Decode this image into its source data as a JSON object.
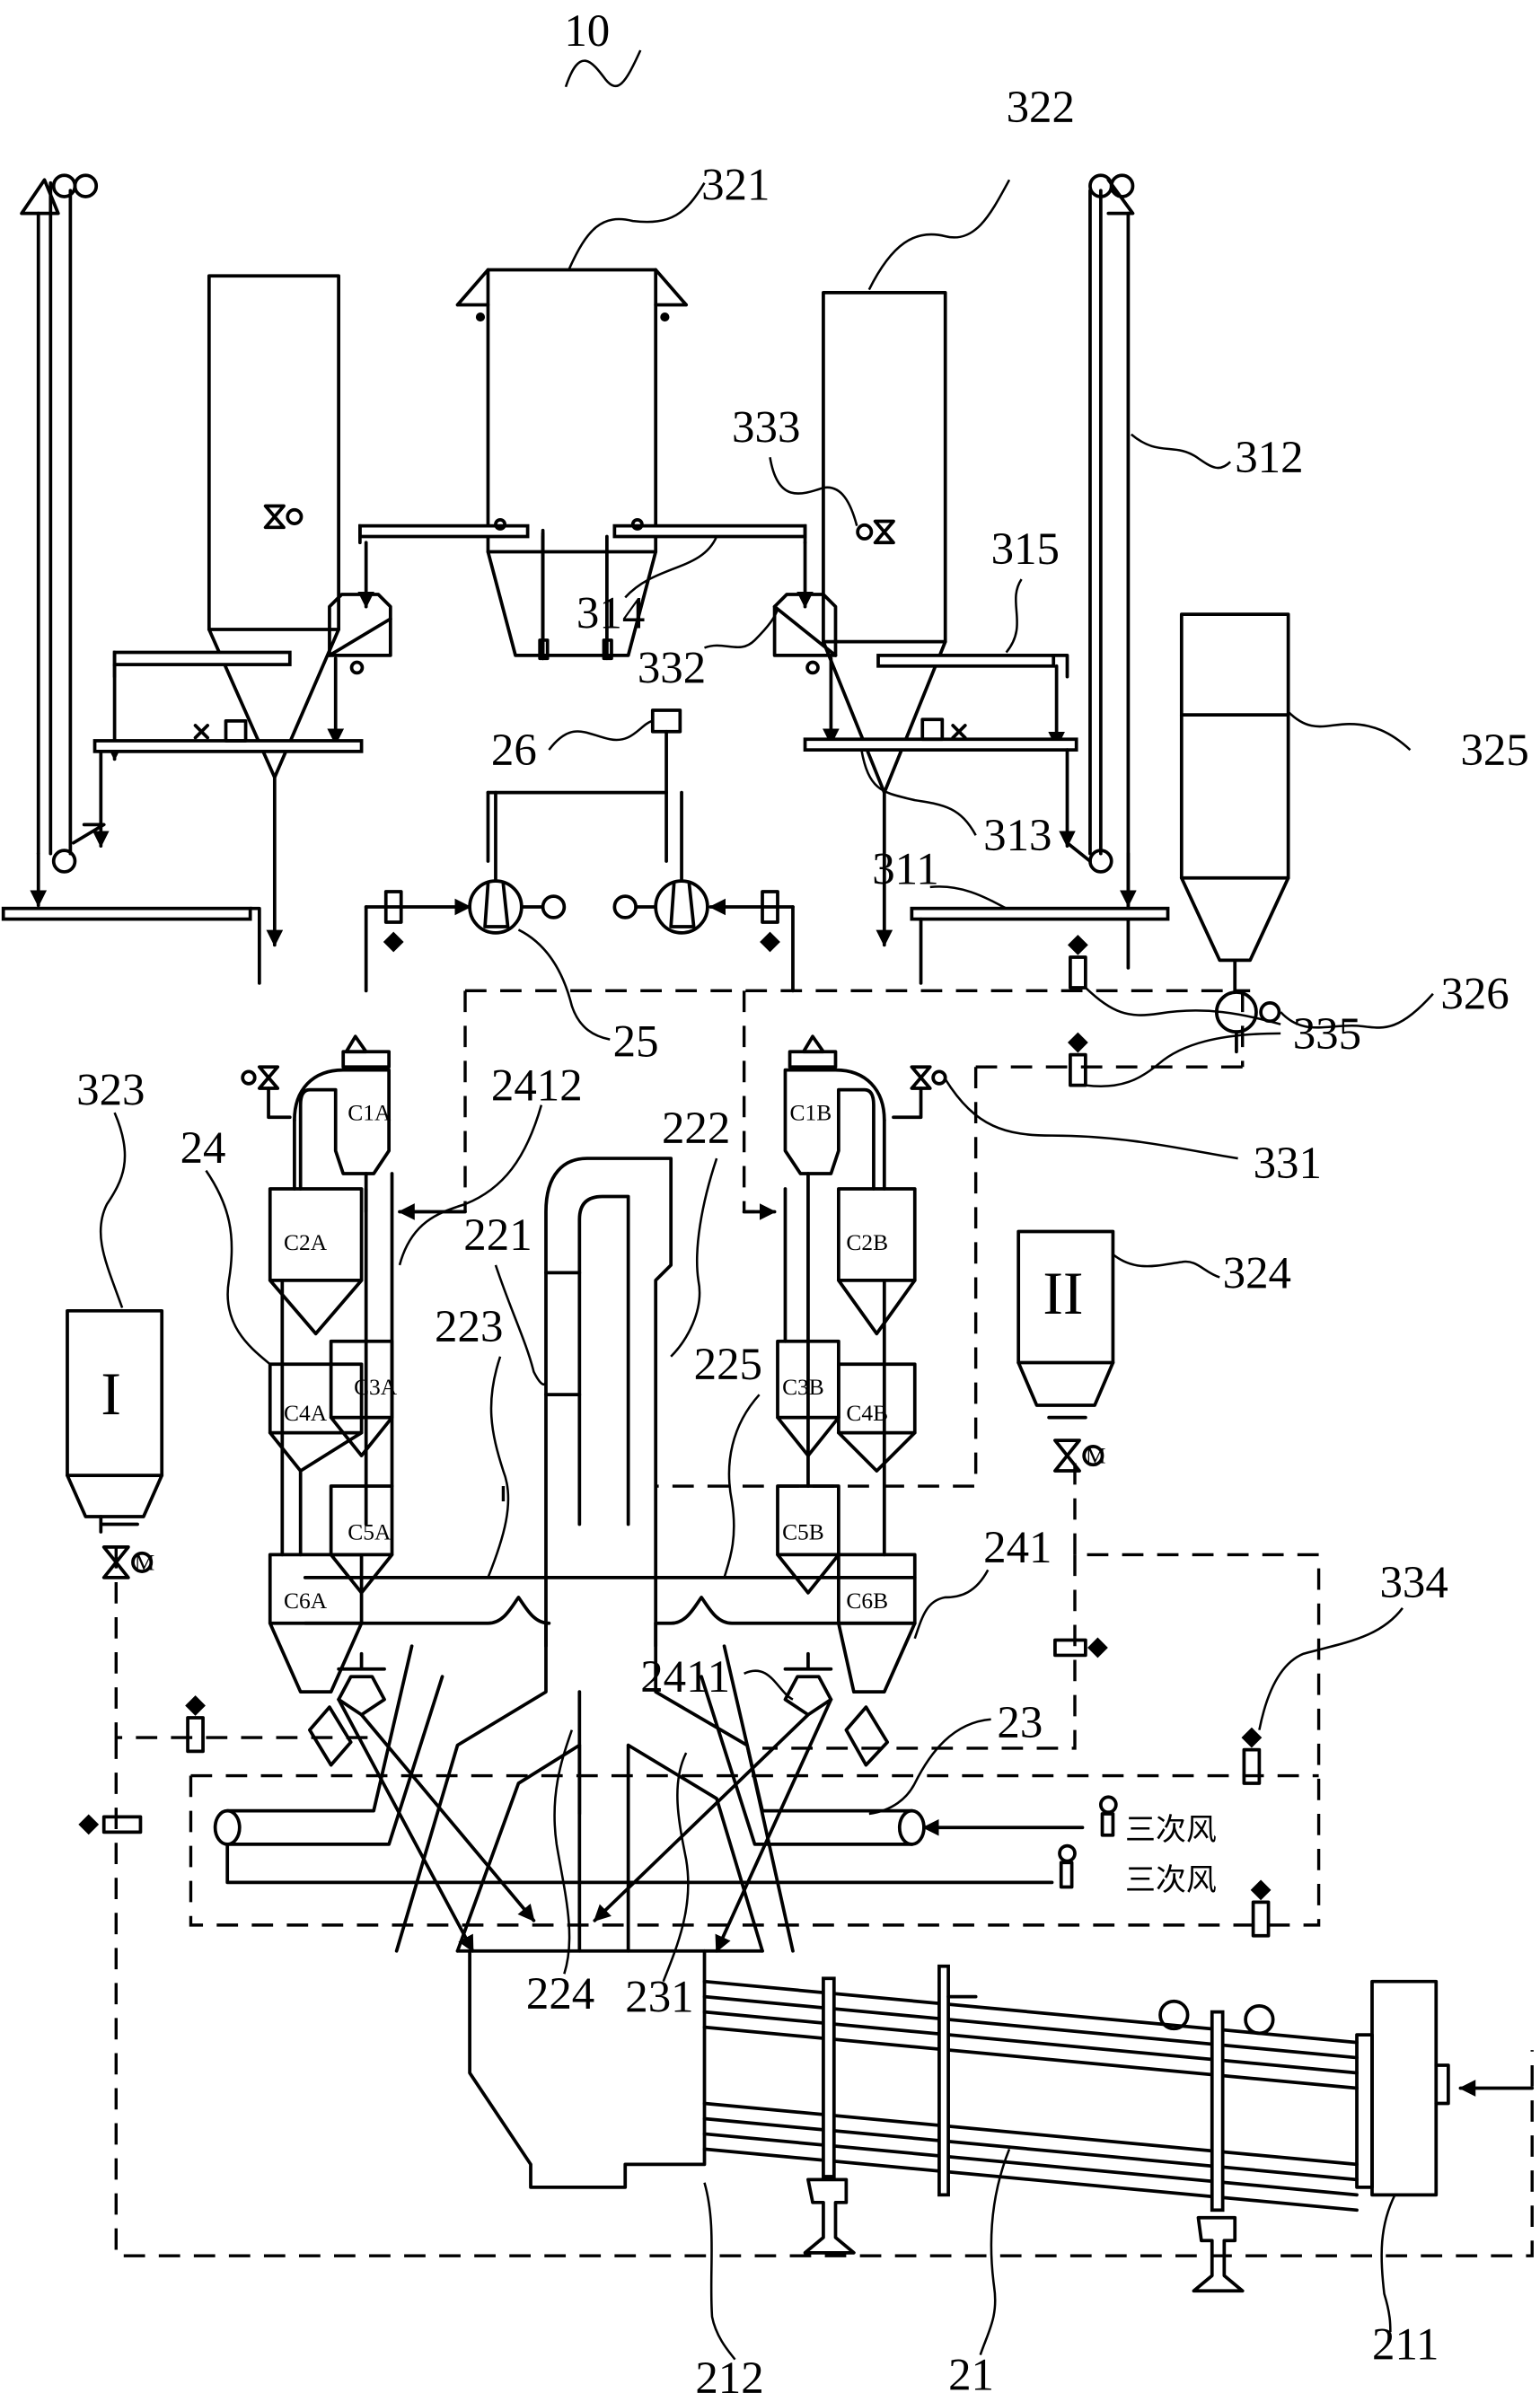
{
  "figure": {
    "system_label": "10",
    "reference_labels": {
      "rotary_kiln": "21",
      "kiln_hood": "211",
      "kiln_inlet": "212",
      "calciner_riser_left": "221",
      "calciner_riser_right": "222",
      "calciner_branch_left": "223",
      "calciner_bottom": "224",
      "calciner_branch_right": "225",
      "tertiary_air_duct": "23",
      "tertiary_air_inlet": "231",
      "preheater": "24",
      "splitter_valve": "2411",
      "material_return": "2412",
      "cyclone_splitter": "241",
      "id_fan": "25",
      "exhaust_unit": "26",
      "conveyor_311": "311",
      "elevator": "312",
      "conveyor_313": "313",
      "conveyor_314": "314",
      "conveyor_315": "315",
      "hopper_321": "321",
      "silo_322": "322",
      "bin_I": "323",
      "bin_II": "324",
      "silo_325": "325",
      "rotary_feeder": "326",
      "valve_331": "331",
      "valve_332": "332",
      "valve_333": "333",
      "valve_334": "334",
      "valve_335": "335"
    },
    "bin_marks": {
      "bin_I": "I",
      "bin_II": "II"
    },
    "cyclones_a": [
      "C1A",
      "C2A",
      "C3A",
      "C4A",
      "C5A",
      "C6A"
    ],
    "cyclones_b": [
      "C1B",
      "C2B",
      "C3B",
      "C4B",
      "C5B",
      "C6B"
    ],
    "tertiary_air_text": [
      "三次风",
      "三次风"
    ],
    "motor_mark": "M"
  }
}
